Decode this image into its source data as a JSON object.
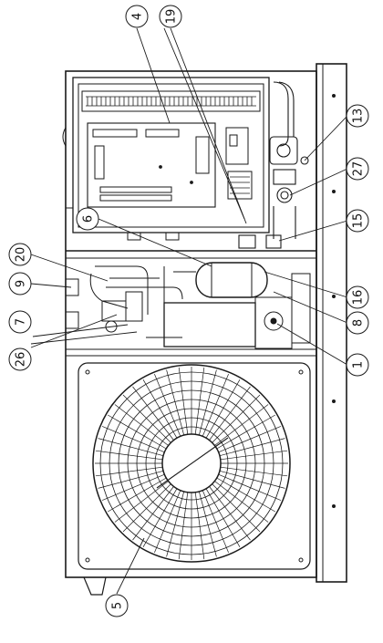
{
  "callouts": [
    {
      "id": "c4",
      "number": "4"
    },
    {
      "id": "c19",
      "number": "19"
    },
    {
      "id": "c13",
      "number": "13"
    },
    {
      "id": "c27",
      "number": "27"
    },
    {
      "id": "c15",
      "number": "15"
    },
    {
      "id": "c6",
      "number": "6"
    },
    {
      "id": "c16",
      "number": "16"
    },
    {
      "id": "c20",
      "number": "20"
    },
    {
      "id": "c9",
      "number": "9"
    },
    {
      "id": "c8",
      "number": "8"
    },
    {
      "id": "c7",
      "number": "7"
    },
    {
      "id": "c1",
      "number": "1"
    },
    {
      "id": "c26",
      "number": "26"
    },
    {
      "id": "c5",
      "number": "5"
    }
  ]
}
